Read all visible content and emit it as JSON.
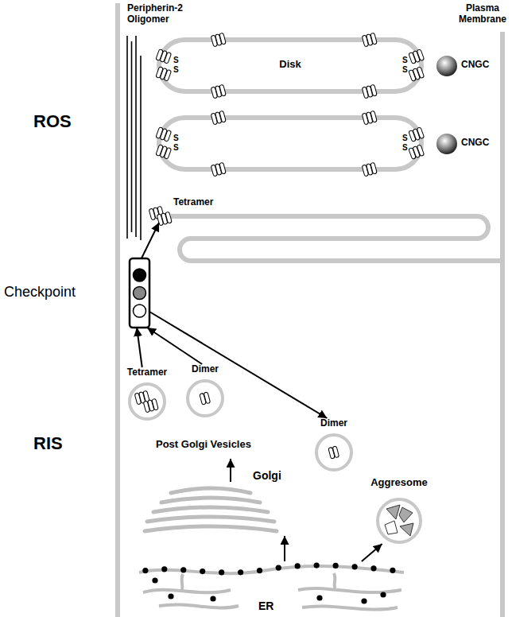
{
  "diagram": {
    "nodes": [
      {
        "text": [
          "Disk"
        ]
      },
      {
        "text": [
          "CNGC"
        ]
      },
      {
        "text": [
          "CNGC"
        ]
      },
      {
        "text": [
          "Tetramer"
        ]
      },
      {
        "text": [
          "Checkpoint"
        ]
      },
      {
        "text": [
          "Tetramer"
        ]
      },
      {
        "text": [
          "Dimer"
        ]
      },
      {
        "text": [
          "Dimer"
        ]
      },
      {
        "text": [
          "Golgi"
        ]
      },
      {
        "text": [
          "Aggresome"
        ]
      },
      {
        "text": [
          "ER"
        ]
      }
    ],
    "edges": [
      {
        "from": 4,
        "to": 3,
        "arrow": "to"
      },
      {
        "from": 5,
        "to": 4,
        "arrow": "to"
      },
      {
        "from": 6,
        "to": 4,
        "arrow": "to"
      },
      {
        "from": 4,
        "to": 7,
        "arrow": "to"
      },
      {
        "from": 10,
        "to": 8,
        "arrow": "to"
      },
      {
        "from": 10,
        "to": 9,
        "arrow": "to"
      }
    ],
    "labels": [
      "Peripherin-2 Oligomer",
      "Plasma Membrane",
      "ROS",
      "S",
      "S",
      "S",
      "S",
      "S",
      "S",
      "S",
      "S",
      "RIS",
      "Post Golgi Vesicles"
    ]
  }
}
